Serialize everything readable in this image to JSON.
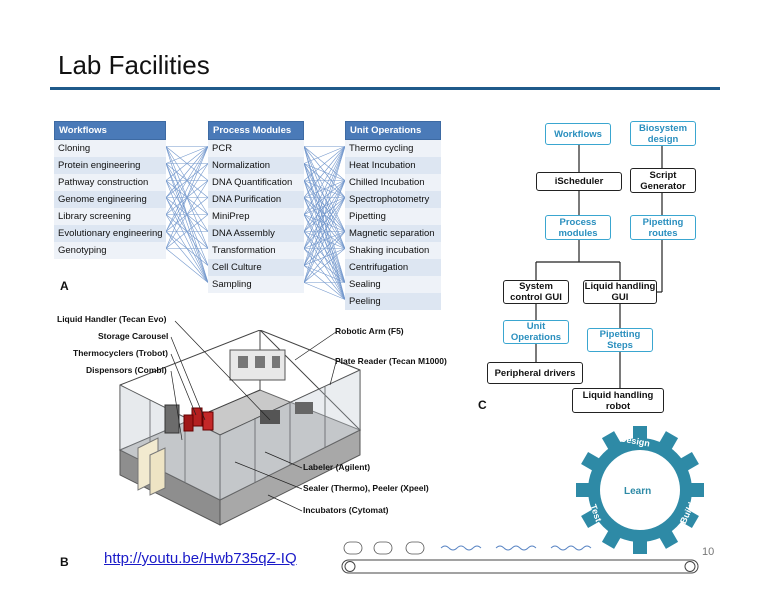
{
  "slide": {
    "title": "Lab Facilities",
    "page_number": "10",
    "video_link": "http://youtu.be/Hwb735qZ-IQ"
  },
  "panel_a": {
    "letter": "A",
    "workflows": {
      "header": "Workflows",
      "items": [
        "Cloning",
        "Protein engineering",
        "Pathway construction",
        "Genome engineering",
        "Library screening",
        "Evolutionary engineering",
        "Genotyping"
      ]
    },
    "process_modules": {
      "header": "Process Modules",
      "items": [
        "PCR",
        "Normalization",
        "DNA Quantification",
        "DNA Purification",
        "MiniPrep",
        "DNA Assembly",
        "Transformation",
        "Cell Culture",
        "Sampling"
      ]
    },
    "unit_operations": {
      "header": "Unit Operations",
      "items": [
        "Thermo cycling",
        "Heat Incubation",
        "Chilled Incubation",
        "Spectrophotometry",
        "Pipetting",
        "Magnetic separation",
        "Shaking incubation",
        "Centrifugation",
        "Sealing",
        "Peeling"
      ]
    }
  },
  "panel_b": {
    "letter": "B",
    "labels_left": [
      "Liquid Handler (Tecan Evo)",
      "Storage Carousel",
      "Thermocyclers (Trobot)",
      "Dispensors (Combi)"
    ],
    "labels_right_top": [
      "Robotic Arm (F5)",
      "Plate Reader (Tecan M1000)"
    ],
    "labels_right_bottom": [
      "Labeler (Agilent)",
      "Sealer (Thermo), Peeler (Xpeel)",
      "Incubators (Cytomat)"
    ]
  },
  "panel_c": {
    "letter": "C",
    "nodes": {
      "workflows": "Workflows",
      "biosystem_design": "Biosystem design",
      "ischeduler": "iScheduler",
      "script_generator": "Script Generator",
      "process_modules": "Process modules",
      "pipetting_routes": "Pipetting routes",
      "system_control_gui": "System control GUI",
      "liquid_handling_gui": "Liquid handling GUI",
      "unit_operations": "Unit Operations",
      "pipetting_steps": "Pipetting Steps",
      "peripheral_drivers": "Peripheral drivers",
      "liquid_handling_robot": "Liquid handling robot"
    }
  },
  "dbl_cycle": {
    "center": "Learn",
    "design": "Design",
    "build": "Build",
    "test": "Test"
  },
  "colors": {
    "title_rule": "#1f5a8a",
    "table_header": "#4a7ab8",
    "flow_cyan": "#3aa6d0",
    "gear": "#2e8aa6",
    "link": "#1a1ac8"
  }
}
